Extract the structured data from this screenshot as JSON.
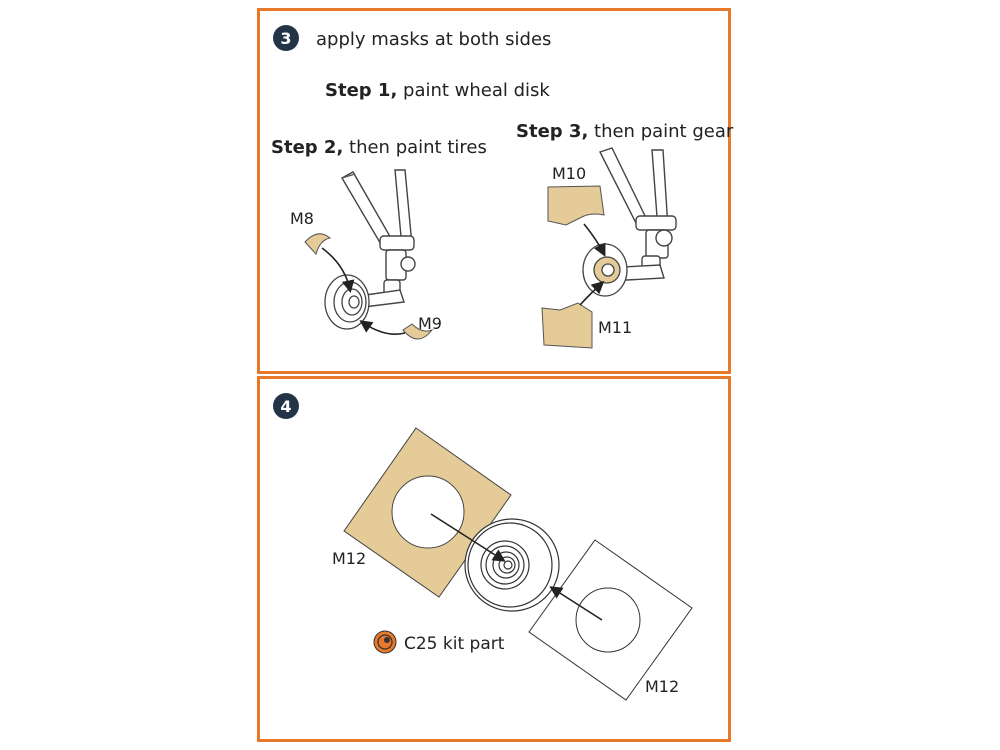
{
  "step3": {
    "number": "3",
    "title": "apply masks at both sides",
    "step1_bold": "Step 1,",
    "step1_text": " paint wheal disk",
    "step2_bold": "Step 2,",
    "step2_text": " then paint tires",
    "step3_bold": "Step 3,",
    "step3_text": " then paint gear",
    "labels": {
      "m8": "M8",
      "m9": "M9",
      "m10": "M10",
      "m11": "M11"
    }
  },
  "step4": {
    "number": "4",
    "labels": {
      "m12_left": "M12",
      "m12_right": "M12"
    },
    "kit_part": "C25 kit part"
  },
  "colors": {
    "border": "#e8782a",
    "badge": "#243447",
    "mask": "#e4cb98",
    "line": "#333333"
  }
}
